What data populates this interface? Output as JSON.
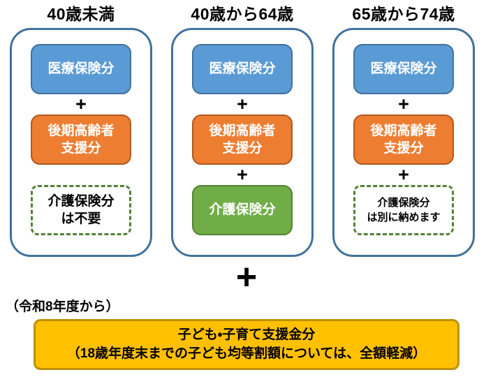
{
  "columns": [
    {
      "title": "40歳未満",
      "medical_label": "医療保険分",
      "support_line1": "後期高齢者",
      "support_line2": "支援分",
      "care_line1": "介護保険分",
      "care_line2": "は不要"
    },
    {
      "title": "40歳から64歳",
      "medical_label": "医療保険分",
      "support_line1": "後期高齢者",
      "support_line2": "支援分",
      "care_label": "介護保険分"
    },
    {
      "title": "65歳から74歳",
      "medical_label": "医療保険分",
      "support_line1": "後期高齢者",
      "support_line2": "支援分",
      "care_line1": "介護保険分",
      "care_line2": "は別に納めます"
    }
  ],
  "labels": {
    "plus": "+",
    "big_plus": "+"
  },
  "bottom": {
    "note": "（令和8年度から）",
    "box_line1": "子ども・子育て支援金分",
    "box_line2": "（18歳年度末までの子ども均等割額については、全額軽減）"
  },
  "colors": {
    "medical_fill": "#5B9BD5",
    "medical_border": "#41719C",
    "support_fill": "#ED7D31",
    "support_border": "#AE5A21",
    "care_fill": "#70AD47",
    "care_border": "#548235",
    "care_dashed_border": "#538135",
    "container_border": "#41719C",
    "bottom_fill": "#FFC000",
    "bottom_border": "#BF9000",
    "plus_color": "#000000",
    "text_on_fill": "#FFFFFF",
    "text_default": "#000000"
  }
}
